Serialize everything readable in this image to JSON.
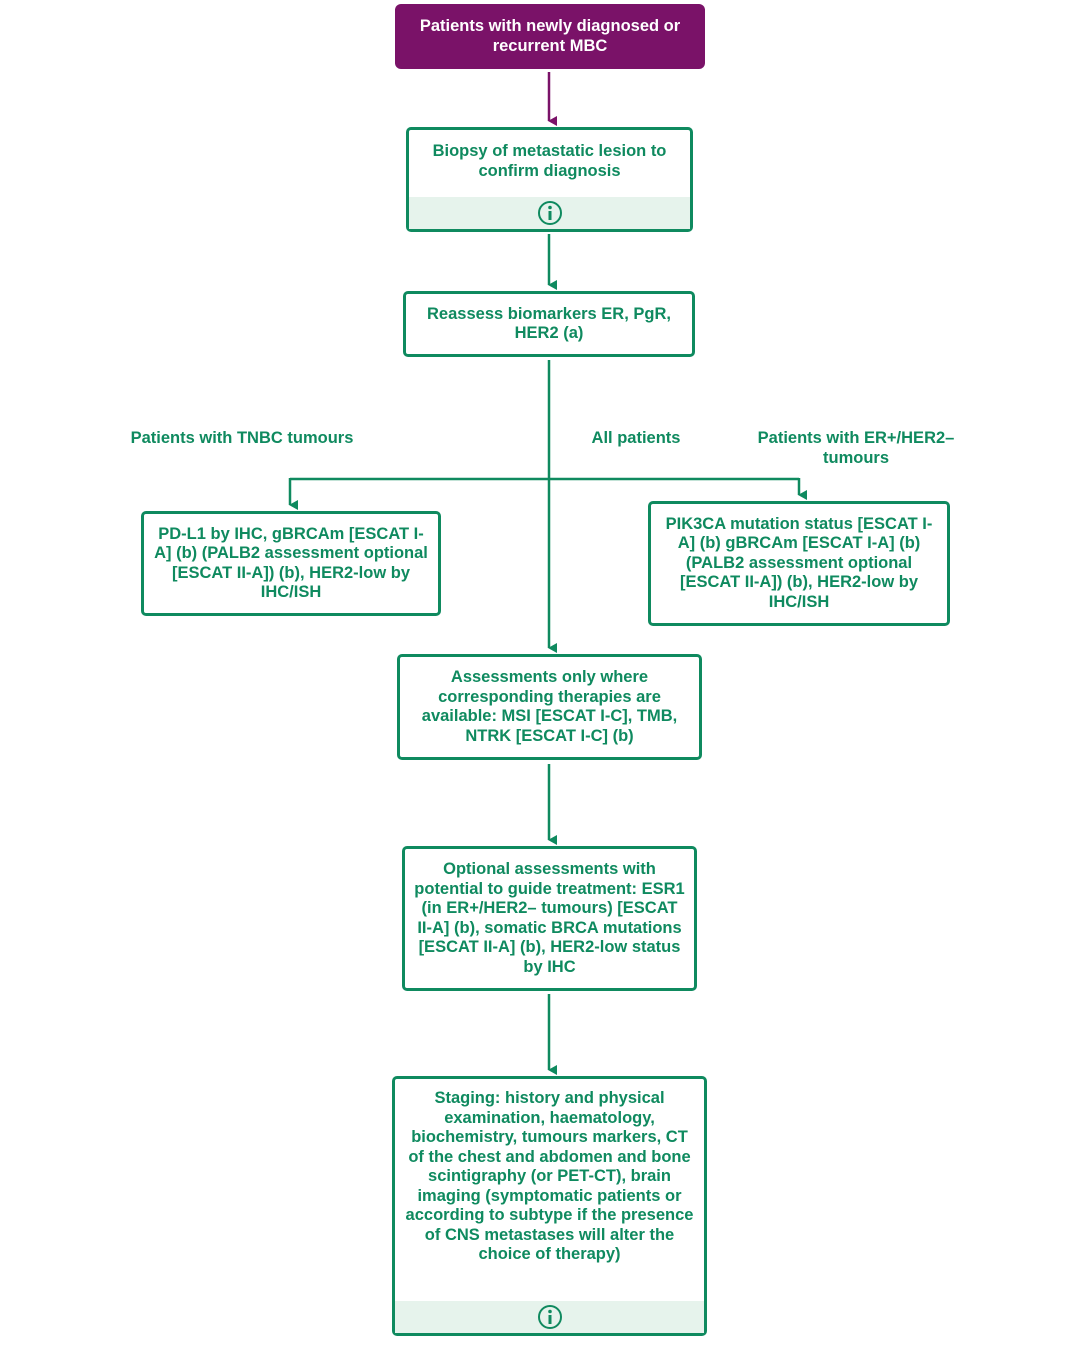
{
  "start": "Patients with newly diagnosed or recurrent MBC",
  "biopsy": "Biopsy of metastatic lesion to confirm diagnosis",
  "reassess": "Reassess biomarkers ER, PgR, HER2 (a)",
  "branch_labels": {
    "tnbc": "Patients with TNBC tumours",
    "all": "All patients",
    "erpos": "Patients with ER+/HER2– tumours"
  },
  "tnbc_tests": "PD-L1 by IHC, gBRCAm [ESCAT I-A] (b) (PALB2 assessment optional [ESCAT II-A]) (b), HER2-low by IHC/ISH",
  "erpos_tests": "PIK3CA mutation status [ESCAT I-A] (b) gBRCAm [ESCAT I-A] (b) (PALB2 assessment optional [ESCAT II-A]) (b), HER2-low by IHC/ISH",
  "conditional": "Assessments only where corresponding therapies are available: MSI [ESCAT I-C], TMB, NTRK [ESCAT I-C] (b)",
  "optional": "Optional assessments with potential to guide treatment: ESR1 (in ER+/HER2– tumours) [ESCAT II-A] (b), somatic BRCA mutations [ESCAT II-A] (b), HER2-low status by IHC",
  "staging": "Staging: history and physical examination, haematology, biochemistry, tumours markers, CT of the chest and abdomen and bone scintigraphy (or PET-CT), brain imaging (symptomatic patients or according to subtype if the presence of CNS metastases will alter the choice of therapy)",
  "icons": {
    "info": "info-icon"
  },
  "colors": {
    "green": "#0f8a5f",
    "purple": "#7a1268",
    "info_strip": "#e6f3ec"
  }
}
